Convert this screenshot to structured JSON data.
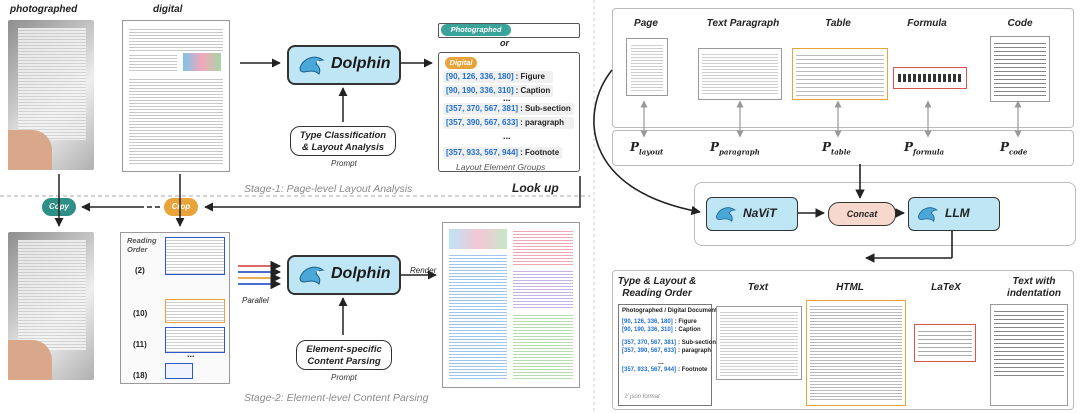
{
  "left": {
    "photographed_label": "photographed",
    "digital_label": "digital",
    "dolphin_name": "Dolphin",
    "photographed_pill": "Photographed",
    "or_label": "or",
    "digital_pill": "Digital",
    "elements_top": [
      {
        "coords": "[90, 126, 336, 180]",
        "label": ": Figure"
      },
      {
        "coords": "[90, 190, 336, 310]",
        "label": ": Caption"
      }
    ],
    "elements_mid": [
      {
        "coords": "[357, 370, 567, 381]",
        "label": ": Sub-section"
      },
      {
        "coords": "[357, 390, 567, 633]",
        "label": ": paragraph"
      }
    ],
    "elements_bottom": [
      {
        "coords": "[357, 933, 567, 944]",
        "label": ": Footnote"
      }
    ],
    "ellipsis": "...",
    "layout_groups_label": "Layout Element Groups",
    "type_box_line1": "Type Classification",
    "type_box_line2": "& Layout Analysis",
    "prompt_label": "Prompt",
    "stage1_label": "Stage-1: Page-level Layout Analysis",
    "lookup_label": "Look up",
    "copy_label": "Copy",
    "crop_label": "Crop",
    "reading_order_line1": "Reading",
    "reading_order_line2": "Order",
    "order_items": [
      "(2)",
      "(10)",
      "(11)",
      "(18)"
    ],
    "parallel_label": "Parallel",
    "render_label": "Render",
    "element_box_line1": "Element-specific",
    "element_box_line2": "Content Parsing",
    "stage2_label": "Stage-2: Element-level Content Parsing"
  },
  "right": {
    "top_headers": [
      "Page",
      "Text Paragraph",
      "Table",
      "Formula",
      "Code"
    ],
    "prompts": [
      {
        "main": "P",
        "sub": "layout"
      },
      {
        "main": "P",
        "sub": "paragraph"
      },
      {
        "main": "P",
        "sub": "table"
      },
      {
        "main": "P",
        "sub": "formula"
      },
      {
        "main": "P",
        "sub": "code"
      }
    ],
    "navit": "NaViT",
    "concat": "Concat",
    "llm": "LLM",
    "bottom_headers": {
      "type_line1": "Type & Layout &",
      "type_line2": "Reading Order",
      "text": "Text",
      "html": "HTML",
      "latex": "LaTeX",
      "indent_line1": "Text with",
      "indent_line2": "indentation"
    },
    "json_header": "Photographed / Digital Document",
    "json_items": [
      {
        "coords": "[90, 126, 336, 180]",
        "label": ": Figure"
      },
      {
        "coords": "[90, 190, 336, 310]",
        "label": ": Caption"
      },
      {
        "coords": "[357, 370, 567, 381]",
        "label": ": Sub-section"
      },
      {
        "coords": "[357, 390, 567, 633]",
        "label": ": paragraph"
      },
      {
        "coords": "[357, 933, 567, 944]",
        "label": ": Footnote"
      }
    ],
    "json_ellipsis": "...",
    "json_format": "// json format"
  },
  "colors": {
    "model_fill": "#bfe6f5",
    "photographed_pill": "#3aa39a",
    "digital_pill": "#e8a33a",
    "copy_circle": "#2e8f88",
    "crop_circle": "#e8a33a",
    "concat_fill": "#f6d8cc",
    "coord_blue": "#1f6fd1"
  }
}
